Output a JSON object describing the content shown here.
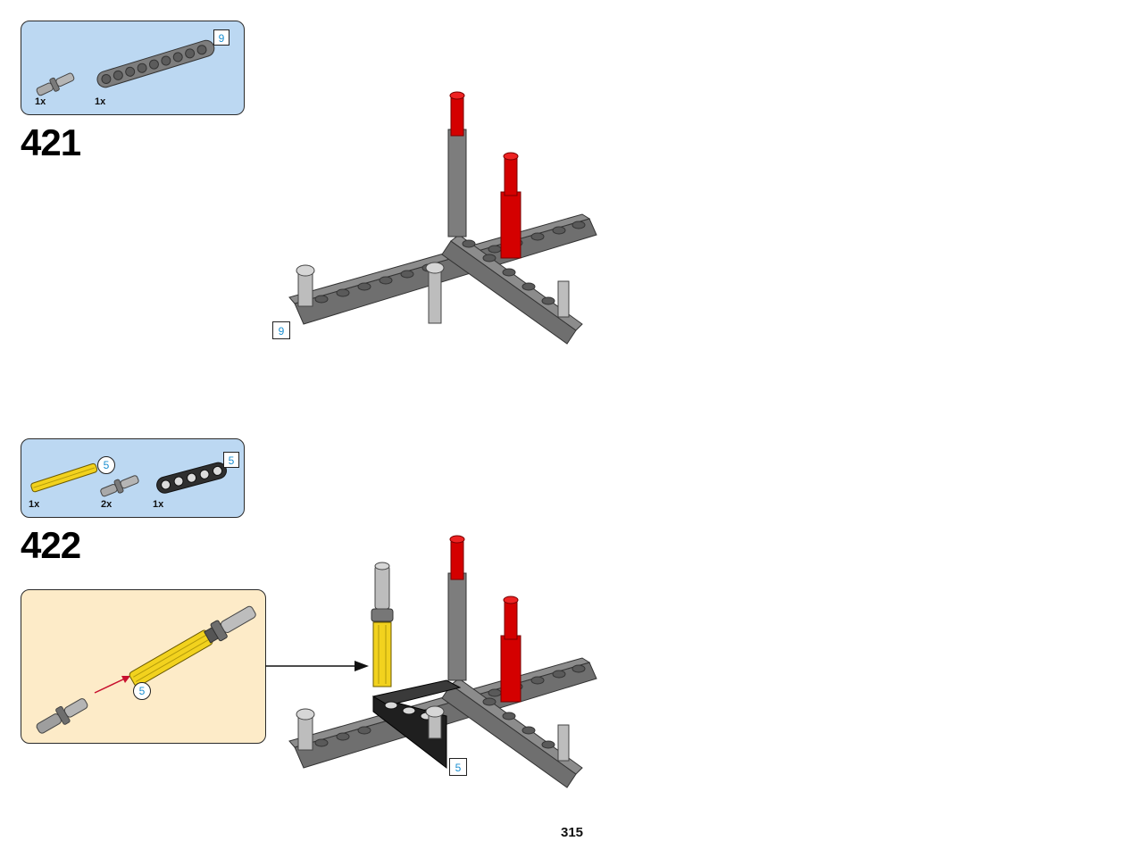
{
  "steps": [
    {
      "number": "421",
      "parts": [
        {
          "qty": "1x",
          "part": "pin"
        },
        {
          "qty": "1x",
          "part": "beam-9"
        }
      ],
      "beam_length": "9",
      "model_callout_length": "9"
    },
    {
      "number": "422",
      "parts": [
        {
          "qty": "1x",
          "part": "axle-5"
        },
        {
          "qty": "2x",
          "part": "pin"
        },
        {
          "qty": "1x",
          "part": "beam-5"
        }
      ],
      "axle_length": "5",
      "beam_length": "5",
      "subassembly_axle_length": "5",
      "model_callout_length": "5"
    }
  ],
  "page_number": "315",
  "colors": {
    "parts_box_bg": "#bcd8f2",
    "subassembly_bg": "#fdebc8",
    "callout_text": "#1b8fd1",
    "light_gray": "#8e8e8e",
    "dark_gray": "#333333",
    "red": "#d40000",
    "yellow": "#f2d21e"
  }
}
